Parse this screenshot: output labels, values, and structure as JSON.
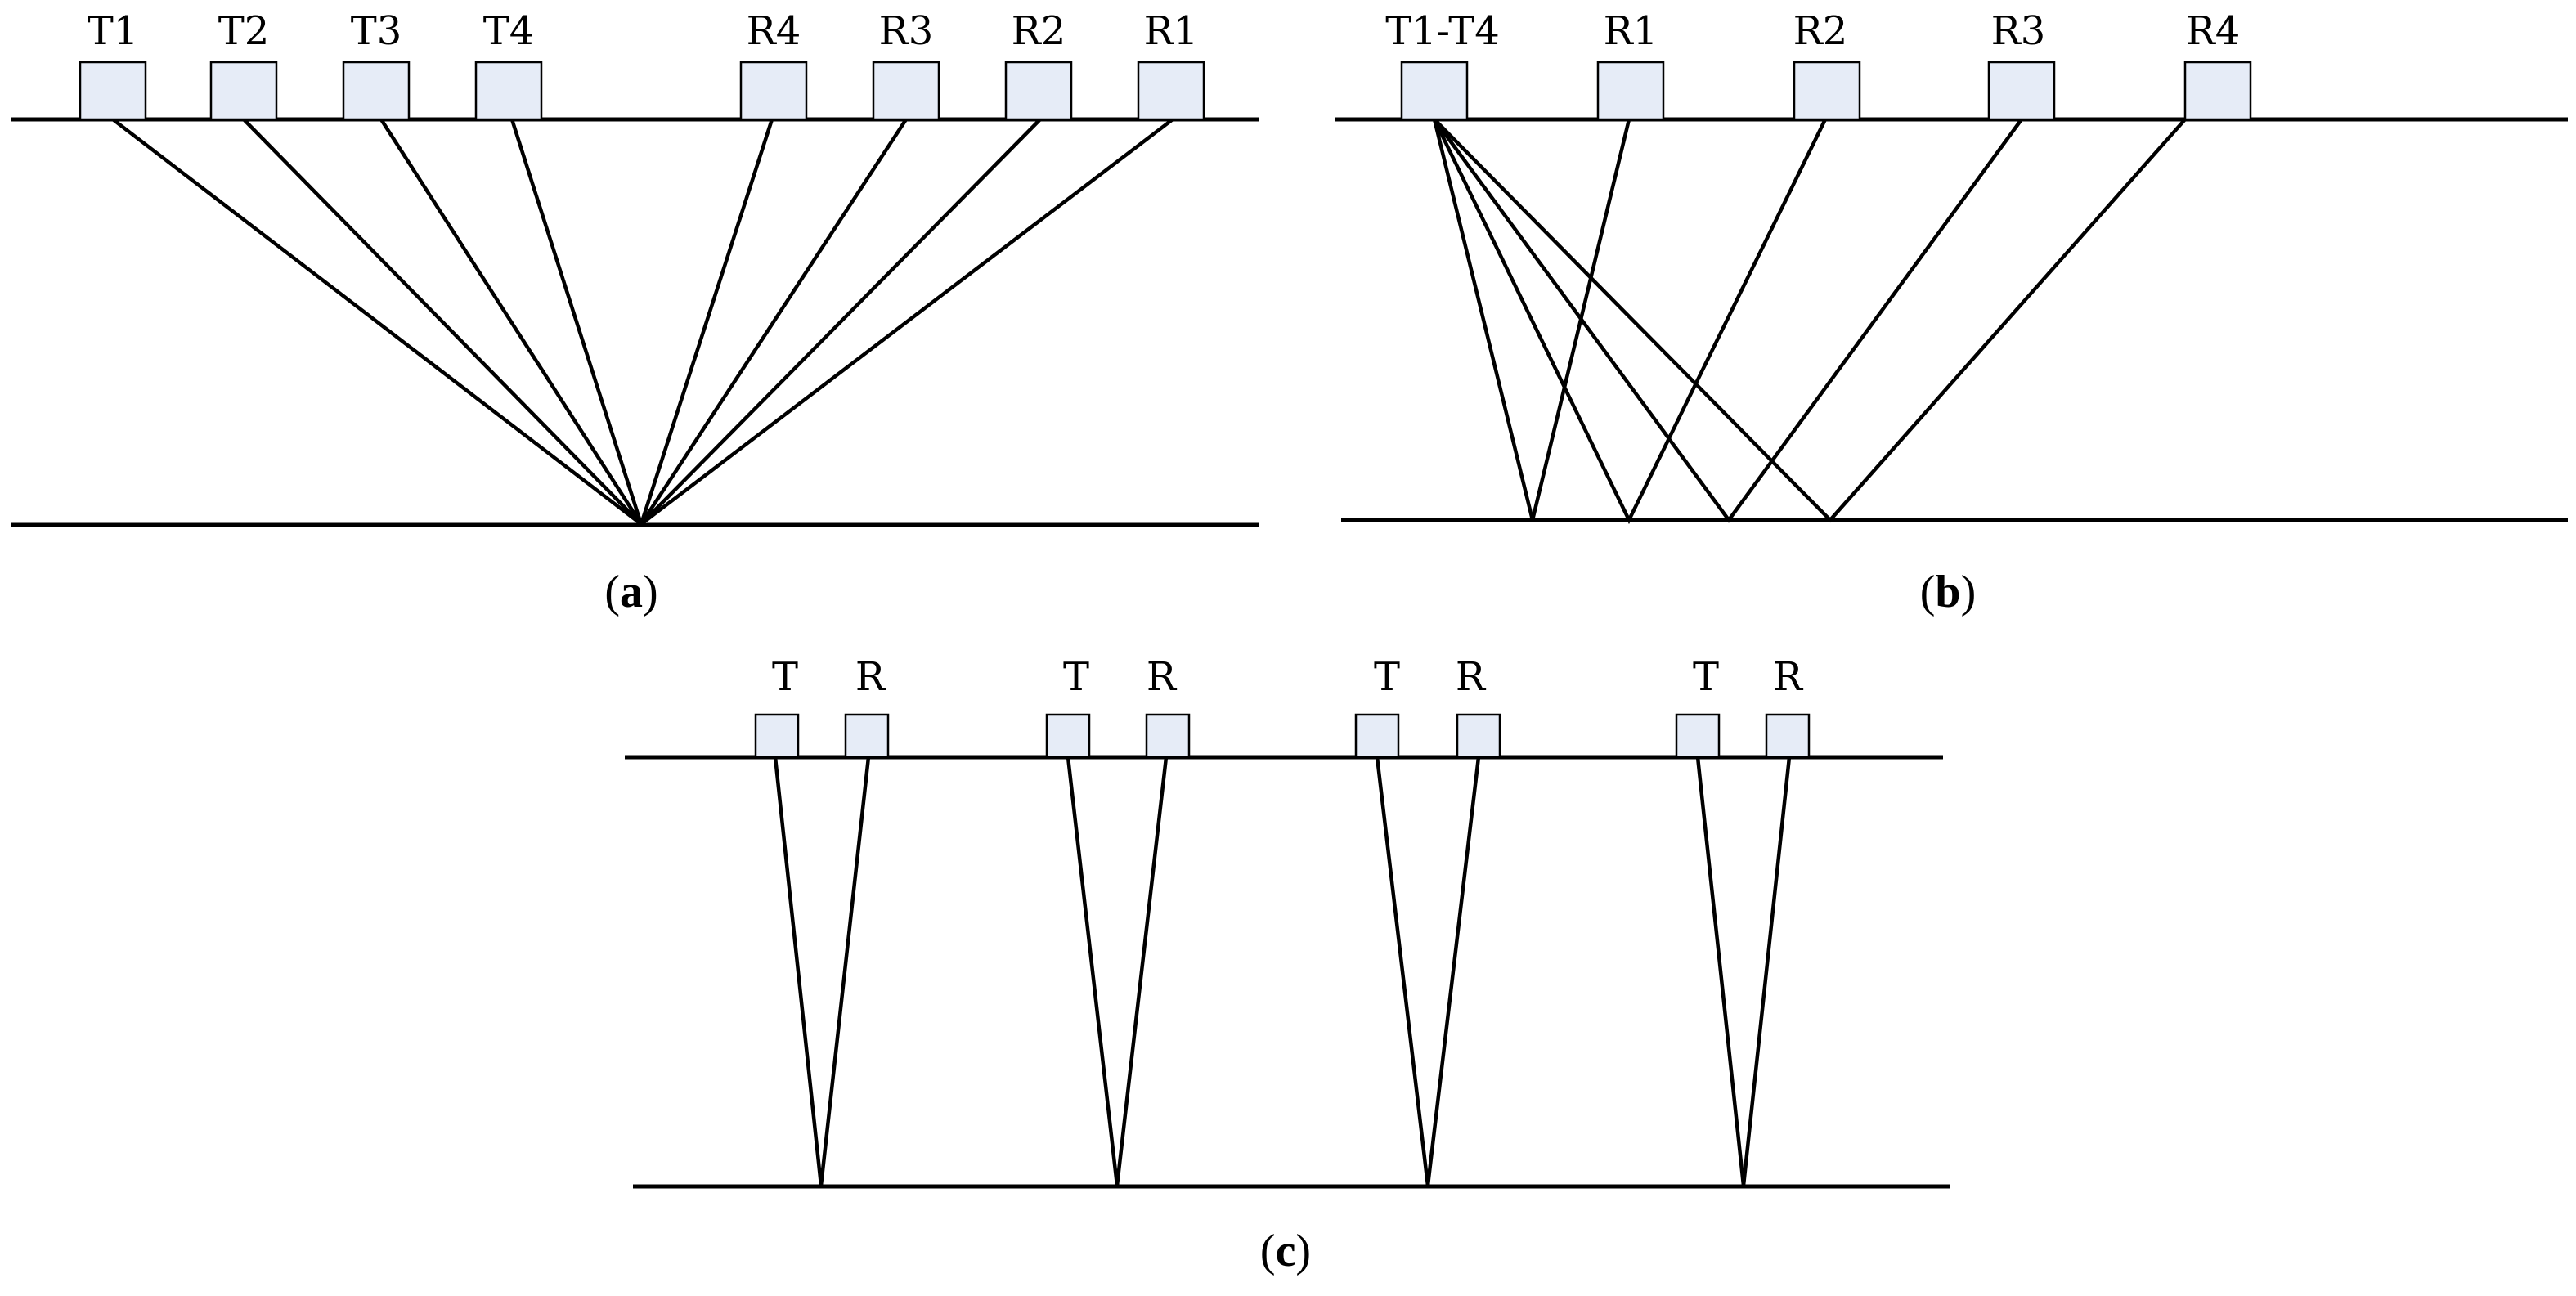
{
  "colors": {
    "sensor_fill": "#e6ecf7",
    "line": "#000000",
    "background": "#ffffff"
  },
  "panels": [
    {
      "id": "a",
      "caption_open": "(",
      "caption_letter": "a",
      "caption_close": ")",
      "sensors": [
        {
          "label": "T1"
        },
        {
          "label": "T2"
        },
        {
          "label": "T3"
        },
        {
          "label": "T4"
        },
        {
          "label": "R4"
        },
        {
          "label": "R3"
        },
        {
          "label": "R2"
        },
        {
          "label": "R1"
        }
      ]
    },
    {
      "id": "b",
      "caption_open": "(",
      "caption_letter": "b",
      "caption_close": ")",
      "sensors": [
        {
          "label": "T1-T4"
        },
        {
          "label": "R1"
        },
        {
          "label": "R2"
        },
        {
          "label": "R3"
        },
        {
          "label": "R4"
        }
      ]
    },
    {
      "id": "c",
      "caption_open": "(",
      "caption_letter": "c",
      "caption_close": ")",
      "sensors": [
        {
          "label": "T"
        },
        {
          "label": "R"
        },
        {
          "label": "T"
        },
        {
          "label": "R"
        },
        {
          "label": "T"
        },
        {
          "label": "R"
        },
        {
          "label": "T"
        },
        {
          "label": "R"
        }
      ]
    }
  ]
}
